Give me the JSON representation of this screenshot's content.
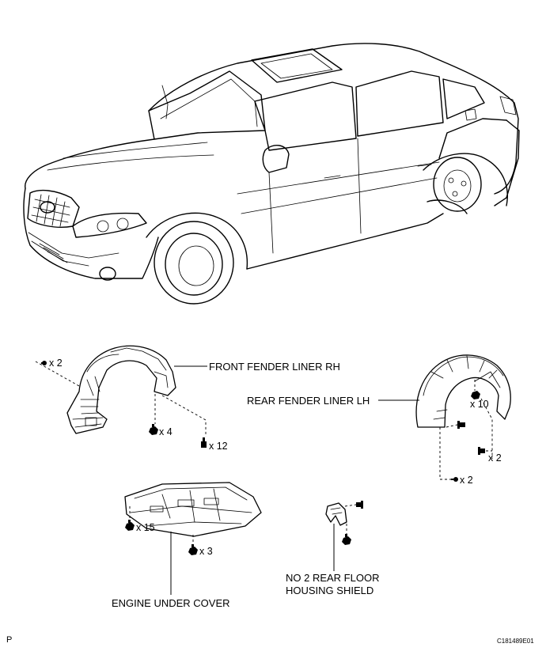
{
  "labels": {
    "front_fender_liner": "FRONT FENDER LINER RH",
    "rear_fender_liner": "REAR FENDER LINER LH",
    "engine_under_cover": "ENGINE UNDER COVER",
    "rear_floor_shield_line1": "NO  2 REAR FLOOR",
    "rear_floor_shield_line2": "HOUSING SHIELD"
  },
  "quantities": {
    "front_clip_left": "x 2",
    "front_bolt_bottom": "x 4",
    "front_screw_right": "x 12",
    "rear_bolt_top": "x 10",
    "rear_screw_middle": "x 2",
    "rear_clip_bottom": "x 2",
    "engine_cover_left": "x 15",
    "engine_cover_bottom": "x 3"
  },
  "corner_marks": {
    "left": "P",
    "right": "C181489E01"
  }
}
